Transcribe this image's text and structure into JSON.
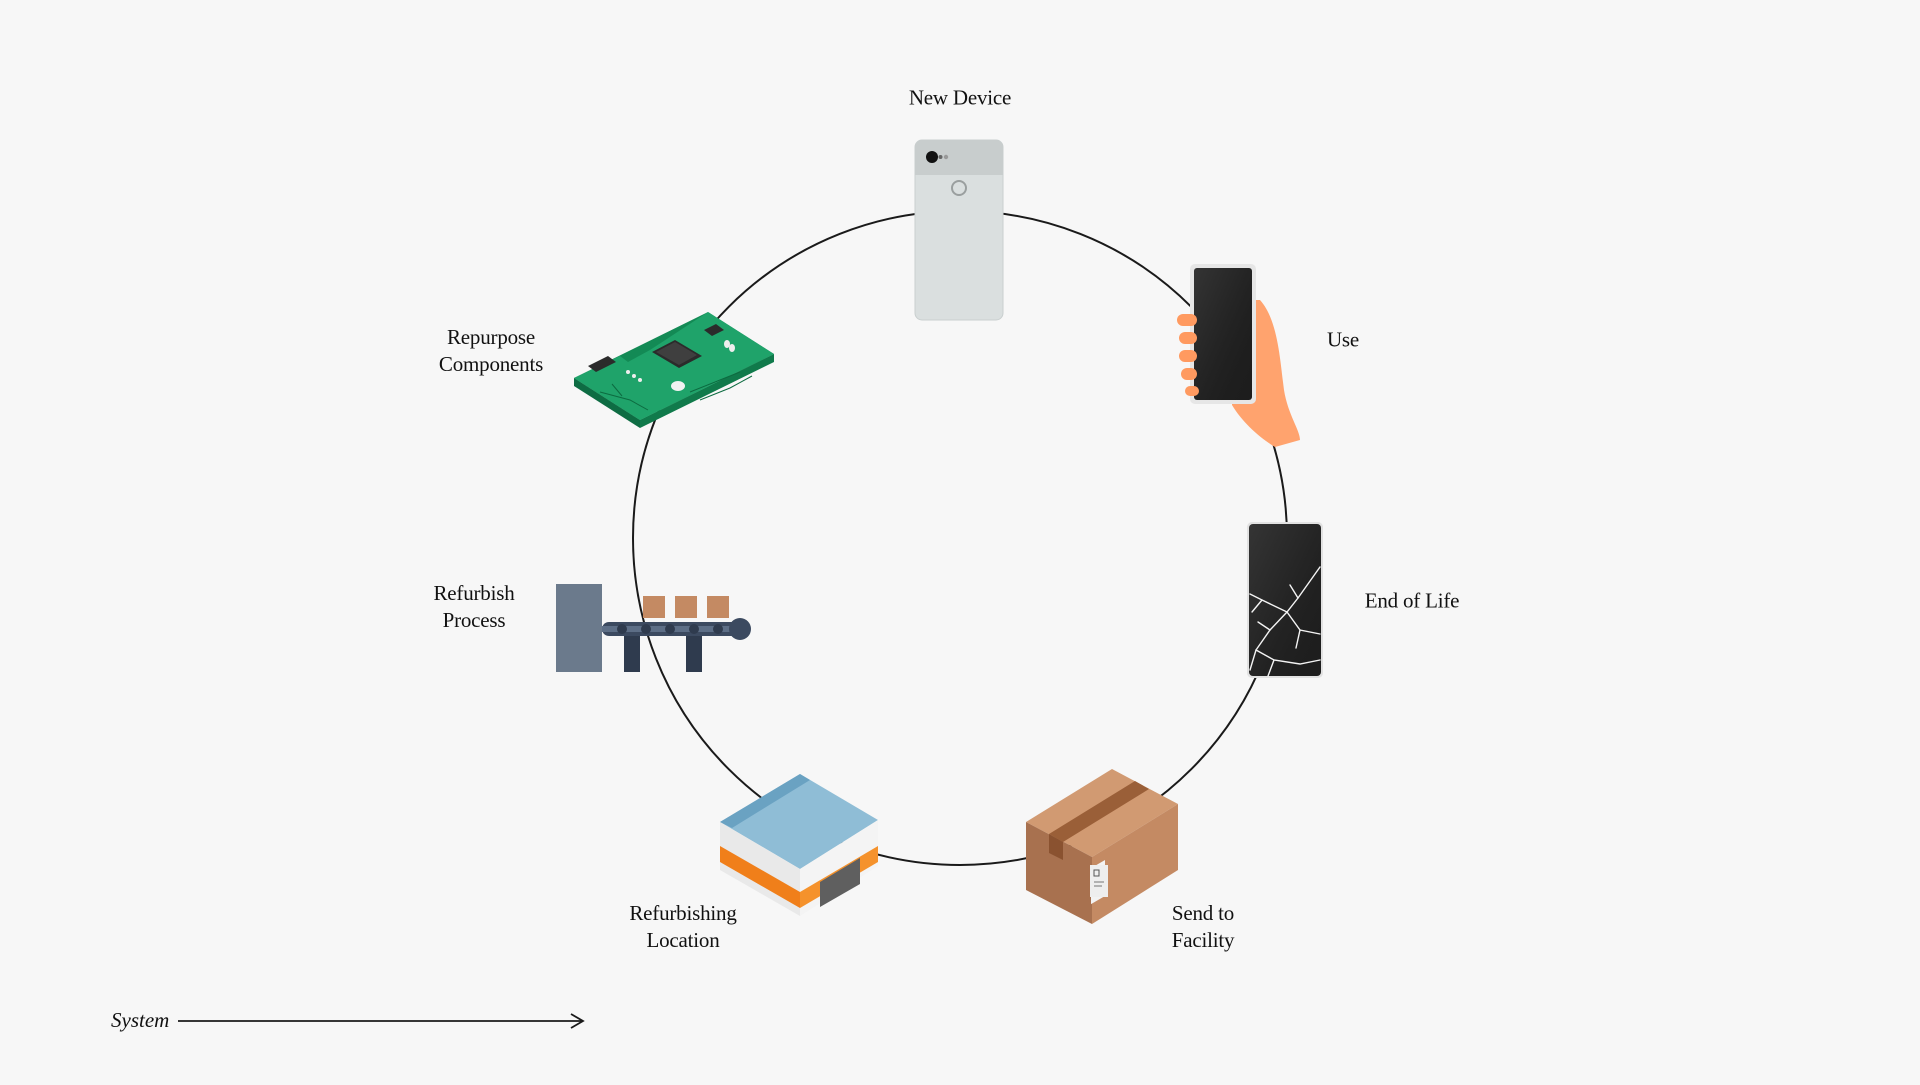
{
  "diagram": {
    "type": "cycle",
    "stages": [
      {
        "id": "new-device",
        "lines": [
          "New Device"
        ],
        "icon": "smartphone-icon"
      },
      {
        "id": "use",
        "lines": [
          "Use"
        ],
        "icon": "hand-holding-phone-icon"
      },
      {
        "id": "end-of-life",
        "lines": [
          "End of Life"
        ],
        "icon": "cracked-phone-icon"
      },
      {
        "id": "send-to-facility",
        "lines": [
          "Send to",
          "Facility"
        ],
        "icon": "shipping-box-icon"
      },
      {
        "id": "refurbishing-location",
        "lines": [
          "Refurbishing",
          "Location"
        ],
        "icon": "warehouse-icon"
      },
      {
        "id": "refurbish-process",
        "lines": [
          "Refurbish",
          "Process"
        ],
        "icon": "conveyor-belt-icon"
      },
      {
        "id": "repurpose-components",
        "lines": [
          "Repurpose",
          "Components"
        ],
        "icon": "circuit-board-icon"
      }
    ]
  },
  "footer": {
    "axis_label": "System",
    "arrow_icon": "right-arrow-icon"
  },
  "colors": {
    "background": "#f7f7f7",
    "ring": "#1a1a1a",
    "board_green": "#1fa36a",
    "box_brown": "#c48a63",
    "warehouse_roof": "#8fbdd6",
    "warehouse_stripe": "#f07f1a",
    "skin": "#ffa36e"
  }
}
